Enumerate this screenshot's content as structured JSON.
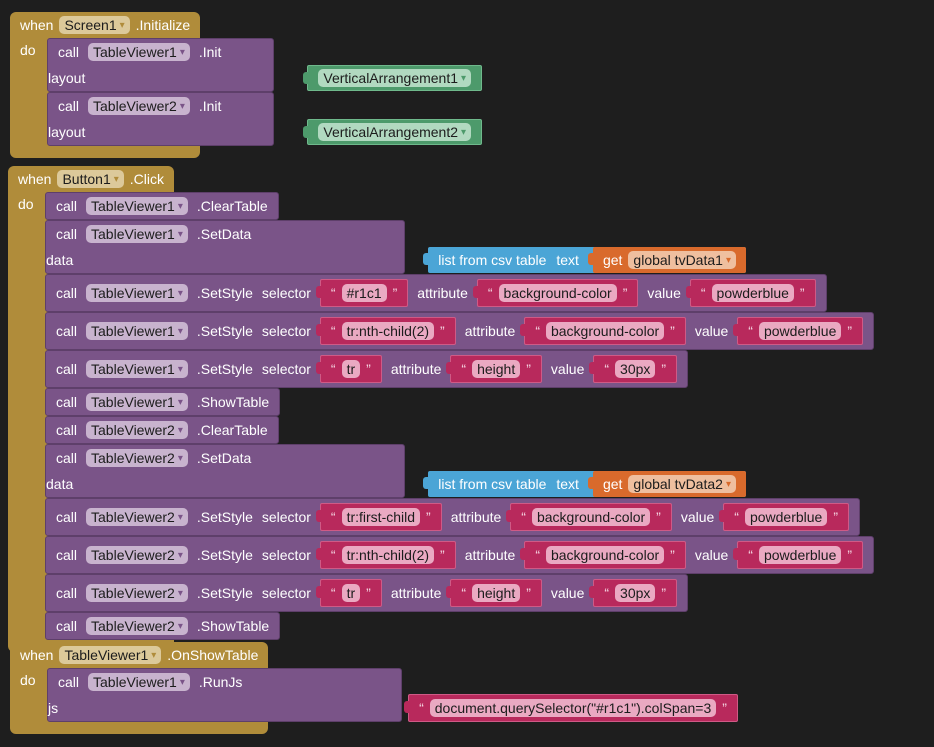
{
  "events": [
    {
      "when": "when",
      "component": "Screen1",
      "event": ".Initialize",
      "do": "do",
      "statements": [
        {
          "call": "call",
          "component": "TableViewer1",
          "method": ".Init",
          "ext": {
            "label": "layout",
            "value": {
              "type": "component",
              "text": "VerticalArrangement1"
            }
          }
        },
        {
          "call": "call",
          "component": "TableViewer2",
          "method": ".Init",
          "ext": {
            "label": "layout",
            "value": {
              "type": "component",
              "text": "VerticalArrangement2"
            }
          }
        }
      ]
    },
    {
      "when": "when",
      "component": "Button1",
      "event": ".Click",
      "do": "do",
      "statements": [
        {
          "call": "call",
          "component": "TableViewer1",
          "method": ".ClearTable"
        },
        {
          "call": "call",
          "component": "TableViewer1",
          "method": ".SetData",
          "ext": {
            "label": "data",
            "value": {
              "type": "csv",
              "text": "list from csv table",
              "arg_label": "text",
              "get": "get",
              "variable": "global tvData1"
            }
          }
        },
        {
          "call": "call",
          "component": "TableViewer1",
          "method": ".SetStyle",
          "args": [
            {
              "label": "selector",
              "value": {
                "type": "string",
                "text": "#r1c1"
              }
            },
            {
              "label": "attribute",
              "value": {
                "type": "string",
                "text": "background-color"
              }
            },
            {
              "label": "value",
              "value": {
                "type": "string",
                "text": "powderblue"
              }
            }
          ]
        },
        {
          "call": "call",
          "component": "TableViewer1",
          "method": ".SetStyle",
          "args": [
            {
              "label": "selector",
              "value": {
                "type": "string",
                "text": "tr:nth-child(2)"
              }
            },
            {
              "label": "attribute",
              "value": {
                "type": "string",
                "text": "background-color"
              }
            },
            {
              "label": "value",
              "value": {
                "type": "string",
                "text": "powderblue"
              }
            }
          ]
        },
        {
          "call": "call",
          "component": "TableViewer1",
          "method": ".SetStyle",
          "args": [
            {
              "label": "selector",
              "value": {
                "type": "string",
                "text": "tr"
              }
            },
            {
              "label": "attribute",
              "value": {
                "type": "string",
                "text": "height"
              }
            },
            {
              "label": "value",
              "value": {
                "type": "string",
                "text": "30px"
              }
            }
          ]
        },
        {
          "call": "call",
          "component": "TableViewer1",
          "method": ".ShowTable"
        },
        {
          "call": "call",
          "component": "TableViewer2",
          "method": ".ClearTable"
        },
        {
          "call": "call",
          "component": "TableViewer2",
          "method": ".SetData",
          "ext": {
            "label": "data",
            "value": {
              "type": "csv",
              "text": "list from csv table",
              "arg_label": "text",
              "get": "get",
              "variable": "global tvData2"
            }
          }
        },
        {
          "call": "call",
          "component": "TableViewer2",
          "method": ".SetStyle",
          "args": [
            {
              "label": "selector",
              "value": {
                "type": "string",
                "text": "tr:first-child"
              }
            },
            {
              "label": "attribute",
              "value": {
                "type": "string",
                "text": "background-color"
              }
            },
            {
              "label": "value",
              "value": {
                "type": "string",
                "text": "powderblue"
              }
            }
          ]
        },
        {
          "call": "call",
          "component": "TableViewer2",
          "method": ".SetStyle",
          "args": [
            {
              "label": "selector",
              "value": {
                "type": "string",
                "text": "tr:nth-child(2)"
              }
            },
            {
              "label": "attribute",
              "value": {
                "type": "string",
                "text": "background-color"
              }
            },
            {
              "label": "value",
              "value": {
                "type": "string",
                "text": "powderblue"
              }
            }
          ]
        },
        {
          "call": "call",
          "component": "TableViewer2",
          "method": ".SetStyle",
          "args": [
            {
              "label": "selector",
              "value": {
                "type": "string",
                "text": "tr"
              }
            },
            {
              "label": "attribute",
              "value": {
                "type": "string",
                "text": "height"
              }
            },
            {
              "label": "value",
              "value": {
                "type": "string",
                "text": "30px"
              }
            }
          ]
        },
        {
          "call": "call",
          "component": "TableViewer2",
          "method": ".ShowTable"
        }
      ]
    },
    {
      "when": "when",
      "component": "TableViewer1",
      "event": ".OnShowTable",
      "do": "do",
      "statements": [
        {
          "call": "call",
          "component": "TableViewer1",
          "method": ".RunJs",
          "ext": {
            "label": "js",
            "value": {
              "type": "string",
              "text": "document.querySelector(\"#r1c1\").colSpan=3"
            }
          }
        }
      ]
    }
  ],
  "glyphs": {
    "dropdown": "▾",
    "open_quote": "“",
    "close_quote": "”"
  },
  "colors": {
    "event": "#b08c3a",
    "component_call": "#7a5488",
    "component": "#4d9a6b",
    "text": "#b8295c",
    "list": "#4ba5d6",
    "variable": "#d96a2c",
    "background": "#1e1e1e"
  }
}
